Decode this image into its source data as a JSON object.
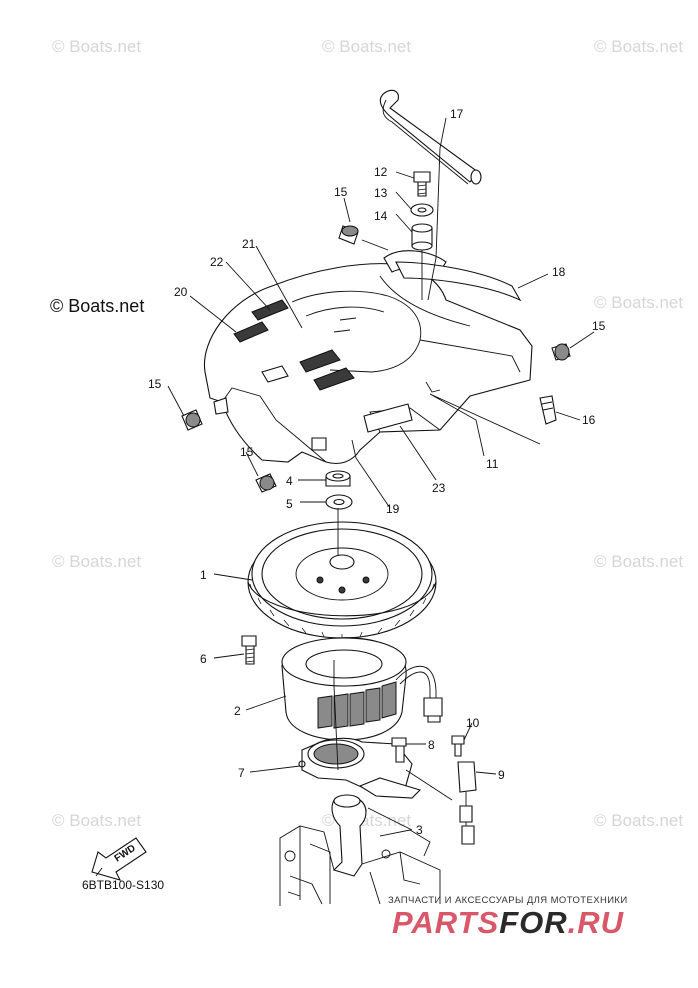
{
  "watermark": "© Boats.net",
  "brand_logo": "© Boats.net",
  "diagram_code": "6BTB100-S130",
  "fwd_label": "FWD",
  "promo": {
    "tagline": "ЗАПЧАСТИ И АКСЕССУАРЫ ДЛЯ МОТОТЕХНИКИ",
    "site_part1": "PARTS",
    "site_part2": "FOR",
    "site_part3": ".RU"
  },
  "callouts": [
    "1",
    "2",
    "3",
    "4",
    "5",
    "6",
    "7",
    "8",
    "9",
    "10",
    "11",
    "12",
    "13",
    "14",
    "15",
    "16",
    "17",
    "18",
    "19",
    "20",
    "21",
    "22",
    "23"
  ],
  "colors": {
    "ink": "#111111",
    "watermark": "#d6d6d6",
    "promo_red": "#d8586a"
  }
}
